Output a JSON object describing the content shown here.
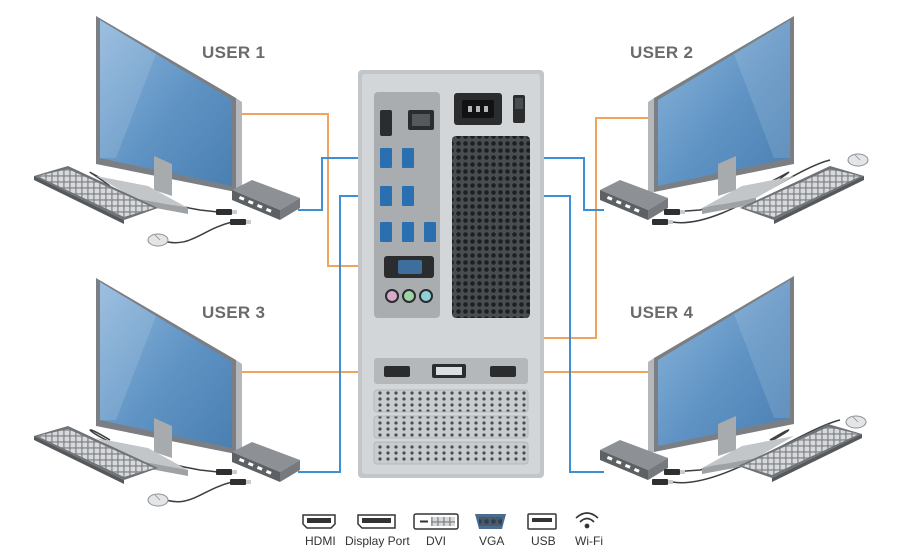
{
  "users": [
    {
      "label": "USER 1"
    },
    {
      "label": "USER 2"
    },
    {
      "label": "USER 3"
    },
    {
      "label": "USER 4"
    }
  ],
  "legend": [
    {
      "label": "HDMI",
      "icon": "hdmi-icon"
    },
    {
      "label": "Display Port",
      "icon": "displayport-icon"
    },
    {
      "label": "DVI",
      "icon": "dvi-icon"
    },
    {
      "label": "VGA",
      "icon": "vga-icon"
    },
    {
      "label": "USB",
      "icon": "usb-icon"
    },
    {
      "label": "Wi-Fi",
      "icon": "wifi-icon"
    }
  ],
  "colors": {
    "video_cable": "#f0a45c",
    "usb_cable": "#3d8fd6",
    "case_body": "#c9ccce",
    "panel": "#a9adb0",
    "screen": "#6fa0cc",
    "monitor_frame": "#8e9296"
  }
}
